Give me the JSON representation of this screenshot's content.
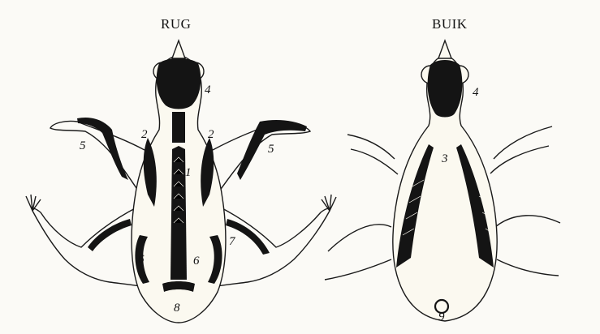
{
  "labels": {
    "dorsal_title": "RUG",
    "ventral_title": "BUIK",
    "dorsal_numbers": [
      "2",
      "2",
      "4",
      "5",
      "5",
      "1",
      "7",
      "6",
      "6",
      "8"
    ],
    "ventral_numbers": [
      "3",
      "4",
      "9"
    ]
  },
  "colors": {
    "ink": "#141414",
    "paper": "#fbfaf6"
  }
}
